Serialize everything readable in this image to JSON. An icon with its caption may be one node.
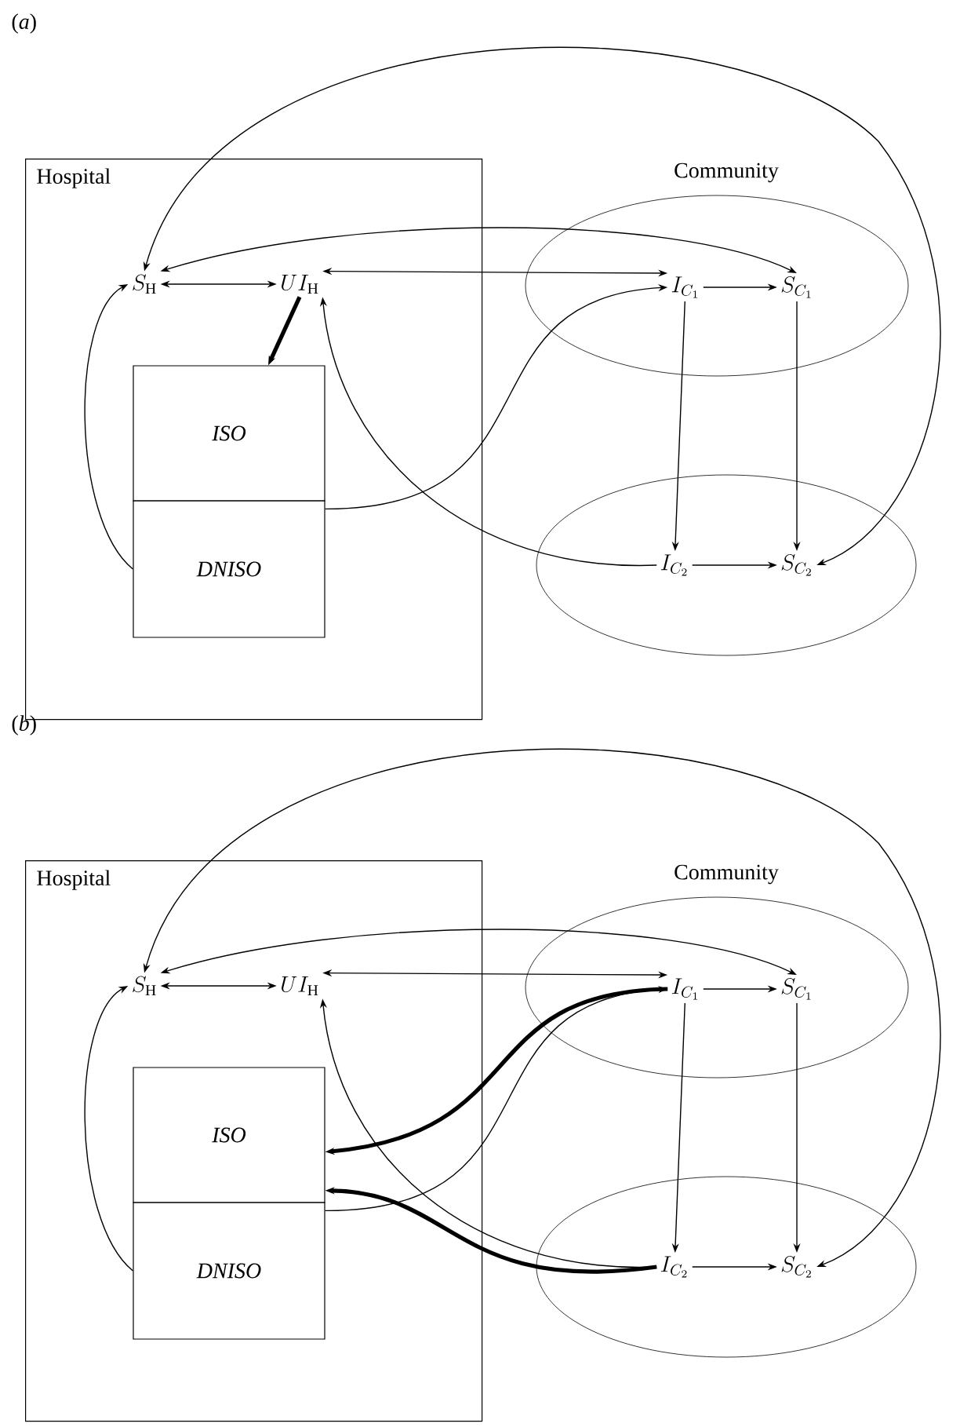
{
  "diagram": {
    "nodes": [
      {
        "text": [
          "Hospital"
        ]
      },
      {
        "text": [
          "S_{\\mathrm{H}}"
        ],
        "in": 0
      },
      {
        "text": [
          "UI_{\\mathrm{H}}"
        ],
        "in": 0
      },
      {
        "text": [
          "ISO"
        ],
        "in": 0
      },
      {
        "text": [
          "DNISO"
        ],
        "in": 0
      },
      {
        "text": [
          "Community"
        ]
      },
      {
        "text": [
          "I_{C_1}"
        ],
        "in": 5
      },
      {
        "text": [
          "S_{C_1}"
        ],
        "in": 5
      },
      {
        "text": [],
        "shape": "ellipse"
      },
      {
        "text": [
          "I_{C_2}"
        ],
        "in": 8
      },
      {
        "text": [
          "S_{C_2}"
        ],
        "in": 8
      },
      {
        "text": [
          "Hospital"
        ]
      },
      {
        "text": [
          "S_{\\mathrm{H}}"
        ],
        "in": 11
      },
      {
        "text": [
          "UI_{\\mathrm{H}}"
        ],
        "in": 11
      },
      {
        "text": [
          "ISO"
        ],
        "in": 11
      },
      {
        "text": [
          "DNISO"
        ],
        "in": 11
      },
      {
        "text": [
          "Community"
        ]
      },
      {
        "text": [
          "I_{C_1}"
        ],
        "in": 16
      },
      {
        "text": [
          "S_{C_1}"
        ],
        "in": 16
      },
      {
        "text": [],
        "shape": "ellipse"
      },
      {
        "text": [
          "I_{C_2}"
        ],
        "in": 19
      },
      {
        "text": [
          "S_{C_2}"
        ],
        "in": 19
      }
    ],
    "edges": [
      {
        "from": 10,
        "to": 1,
        "arrow": "both"
      },
      {
        "from": 1,
        "to": 7,
        "arrow": "both"
      },
      {
        "from": 1,
        "to": 2,
        "arrow": "both"
      },
      {
        "from": 2,
        "to": 6,
        "arrow": "both"
      },
      {
        "from": 2,
        "to": 3,
        "arrow": "to",
        "style": "thick"
      },
      {
        "from": 4,
        "to": 1,
        "arrow": "to"
      },
      {
        "from": 4,
        "to": 6,
        "arrow": "to"
      },
      {
        "from": 9,
        "to": 2,
        "arrow": "to"
      },
      {
        "from": 6,
        "to": 7,
        "arrow": "to"
      },
      {
        "from": 6,
        "to": 9,
        "arrow": "to"
      },
      {
        "from": 7,
        "to": 10,
        "arrow": "to"
      },
      {
        "from": 9,
        "to": 10,
        "arrow": "to"
      },
      {
        "from": 21,
        "to": 12,
        "arrow": "both"
      },
      {
        "from": 12,
        "to": 18,
        "arrow": "both"
      },
      {
        "from": 12,
        "to": 13,
        "arrow": "both"
      },
      {
        "from": 13,
        "to": 17,
        "arrow": "both"
      },
      {
        "from": 15,
        "to": 12,
        "arrow": "to"
      },
      {
        "from": 15,
        "to": 17,
        "arrow": "to"
      },
      {
        "from": 20,
        "to": 13,
        "arrow": "to"
      },
      {
        "from": 17,
        "to": 14,
        "arrow": "to",
        "style": "thick"
      },
      {
        "from": 20,
        "to": 14,
        "arrow": "to",
        "style": "thick"
      },
      {
        "from": 17,
        "to": 18,
        "arrow": "to"
      },
      {
        "from": 17,
        "to": 20,
        "arrow": "to"
      },
      {
        "from": 18,
        "to": 21,
        "arrow": "to"
      },
      {
        "from": 20,
        "to": 21,
        "arrow": "to"
      }
    ],
    "labels": [
      "(*a*)",
      "(*b*)"
    ]
  }
}
